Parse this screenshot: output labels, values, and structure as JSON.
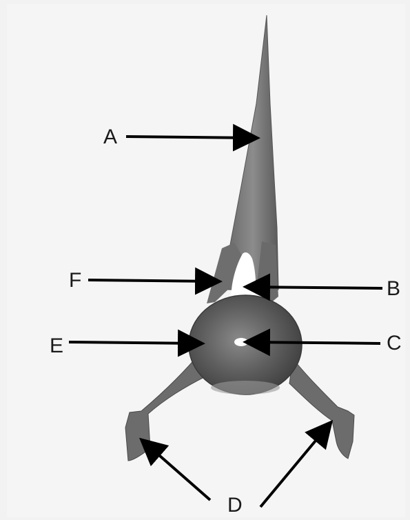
{
  "figure": {
    "colors": {
      "bone": "#7a7a7a",
      "bone_dark": "#4a4a4a",
      "centrum": "#5c5c5c",
      "canal": "#ffffff",
      "arrow": "#000000",
      "background": "#f5f5f5"
    },
    "labels": {
      "a": "A",
      "b": "B",
      "c": "C",
      "d": "D",
      "e": "E",
      "f": "F"
    }
  }
}
